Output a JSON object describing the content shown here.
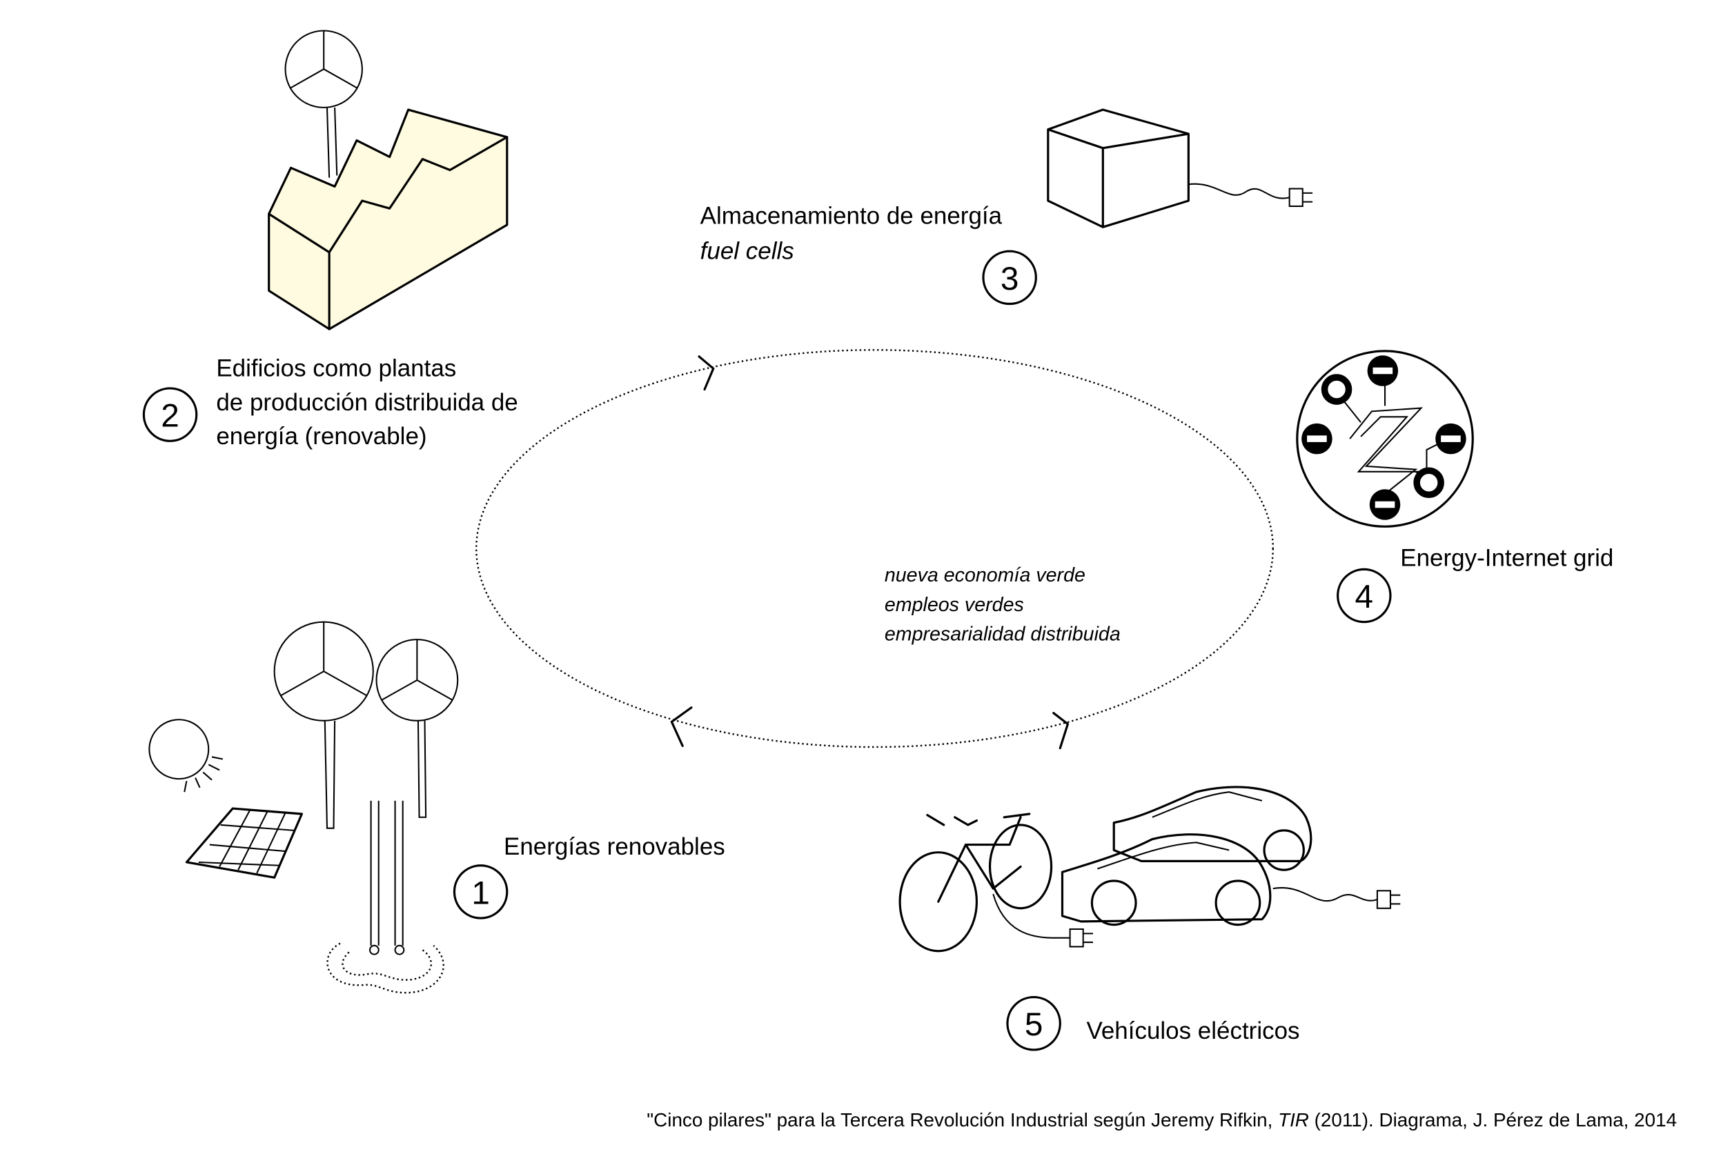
{
  "pillars": [
    {
      "number": "1",
      "label": "Energías renovables"
    },
    {
      "number": "2",
      "label_lines": [
        "Edificios como plantas",
        "de producción distribuida de",
        "energía (renovable)"
      ]
    },
    {
      "number": "3",
      "label": "Almacenamiento de energía",
      "sublabel": "fuel cells"
    },
    {
      "number": "4",
      "label": "Energy-Internet grid"
    },
    {
      "number": "5",
      "label": "Vehículos eléctricos"
    }
  ],
  "center": {
    "lines": [
      "nueva economía verde",
      "empleos verdes",
      "empresarialidad distribuida"
    ]
  },
  "caption": {
    "before": "\"Cinco pilares\" para la Tercera Revolución Industrial según Jeremy Rifkin, ",
    "italic": "TIR",
    "after": " (2011). Diagrama, J. Pérez de Lama, 2014"
  },
  "colors": {
    "building_fill": "#fffbe0",
    "line": "#000000",
    "background": "#ffffff"
  }
}
